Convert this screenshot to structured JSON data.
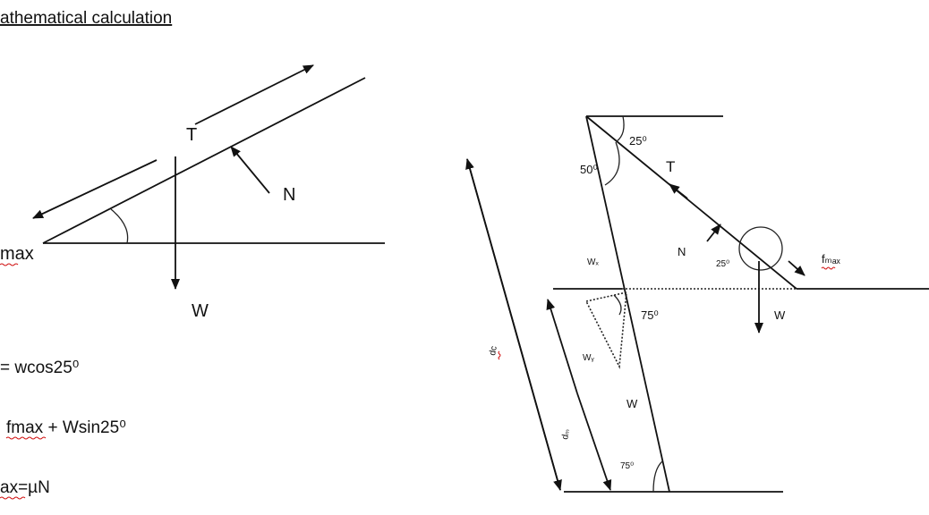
{
  "heading": "athematical calculation",
  "left_diagram": {
    "label_T": "T",
    "label_N": "N",
    "label_W": "W",
    "label_fmax": "max"
  },
  "equations": {
    "eq1": "= wcos25⁰",
    "eq2_a": "fmax",
    "eq2_b": " + Wsin25⁰",
    "eq3": "ax=µN"
  },
  "right_diagram": {
    "angle_top": "25⁰",
    "angle_left": "50⁰",
    "label_T": "T",
    "label_N": "N",
    "angle_mid": "25⁰",
    "label_fmax": "fₘₐₓ",
    "label_W_small": "W",
    "label_Wx": "Wₓ",
    "angle_75": "75⁰",
    "label_Wy": "Wᵧ",
    "label_W": "W",
    "angle_bottom": "75⁰",
    "label_dc": "dc",
    "label_dm": "dₘ"
  },
  "colors": {
    "ink": "#111111",
    "spelling_underline": "#d01010"
  }
}
